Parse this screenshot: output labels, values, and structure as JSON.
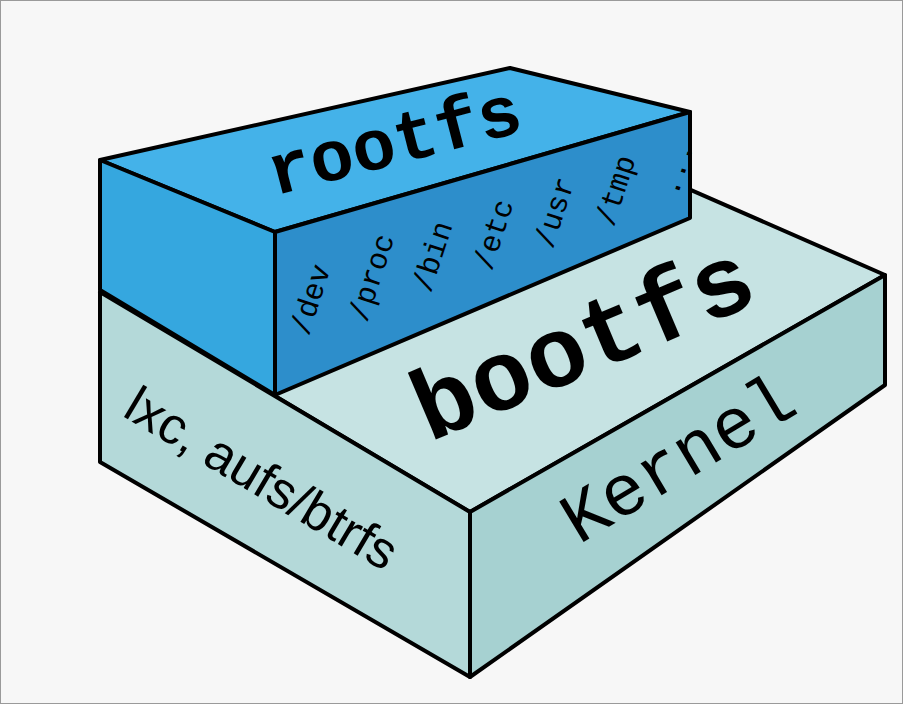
{
  "diagram": {
    "nodes": [
      {
        "text": [
          "rootfs",
          "/dev",
          "/proc",
          "/bin",
          "/etc",
          "/usr",
          "/tmp",
          "..."
        ]
      },
      {
        "text": [
          "bootfs",
          "lxc, aufs/btrfs",
          "Kernel"
        ]
      }
    ]
  }
}
